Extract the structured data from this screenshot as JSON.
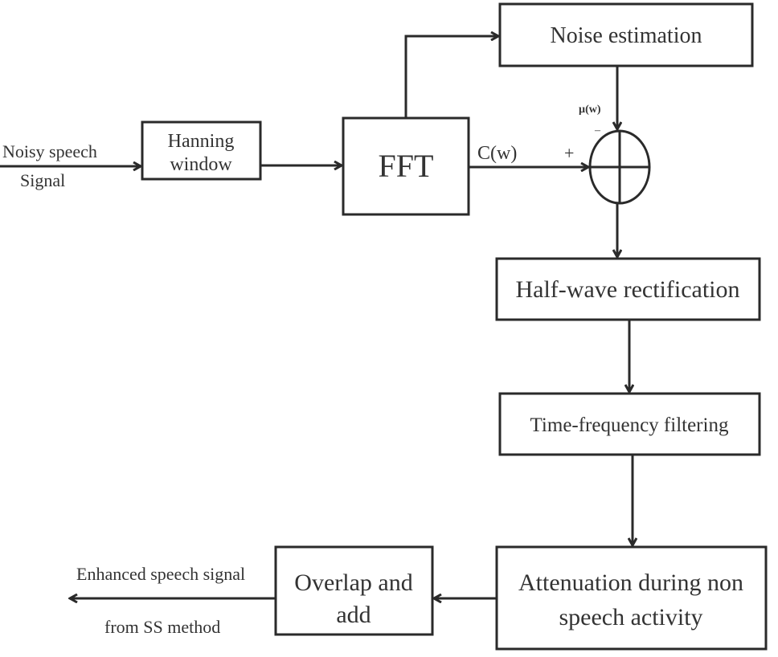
{
  "blocks": {
    "hanning": [
      "Hanning",
      "window"
    ],
    "fft": "FFT",
    "noise": "Noise estimation",
    "halfwave": "Half-wave rectification",
    "tf": "Time-frequency filtering",
    "attenuation": [
      "Attenuation during non",
      "speech activity"
    ],
    "overlap": [
      "Overlap and",
      "add"
    ]
  },
  "labels": {
    "input": [
      "Noisy speech",
      "Signal"
    ],
    "output": [
      "Enhanced speech signal",
      "from SS method"
    ],
    "cw": "C(w)",
    "mu": "µ(w)",
    "plus": "+",
    "minus": "–"
  },
  "colors": {
    "line": "#2a2a2a",
    "text": "#333333"
  }
}
